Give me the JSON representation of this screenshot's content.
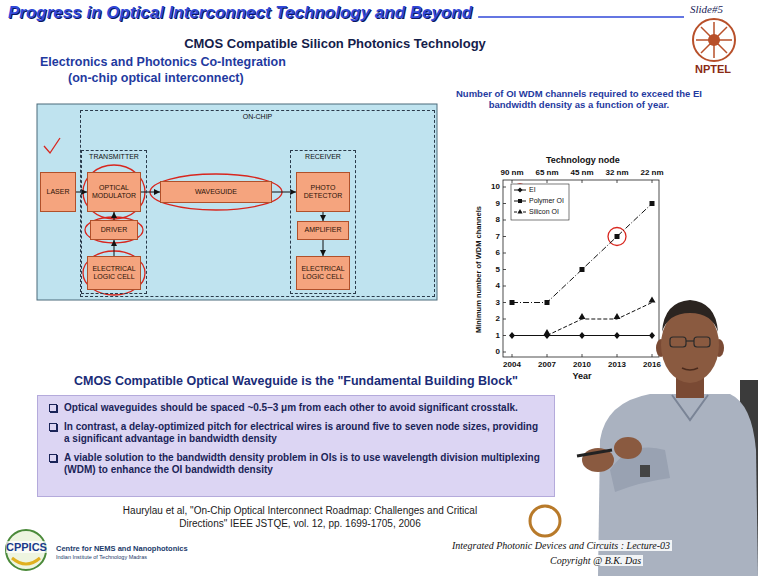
{
  "diagram": {
    "title": "Progress in Optical Interconnect Technology and Beyond",
    "nodes": [
      {
        "text": [
          "LASER"
        ]
      },
      {
        "text": [
          "ON-CHIP"
        ]
      },
      {
        "text": [
          "TRANSMITTER"
        ],
        "in": 1
      },
      {
        "text": [
          "OPTICAL MODULATOR"
        ],
        "in": 2
      },
      {
        "text": [
          "DRIVER"
        ],
        "in": 2
      },
      {
        "text": [
          "ELECTRICAL LOGIC CELL"
        ],
        "in": 2
      },
      {
        "text": [
          "WAVEGUIDE"
        ],
        "in": 1
      },
      {
        "text": [
          "RECEIVER"
        ],
        "in": 1
      },
      {
        "text": [
          "PHOTO DETECTOR"
        ],
        "in": 7
      },
      {
        "text": [
          "AMPLIFIER"
        ],
        "in": 7
      },
      {
        "text": [
          "ELECTRICAL LOGIC CELL"
        ],
        "in": 7
      },
      {
        "text": [
          "CMOS Compatible Optical Waveguide is the \"Fundamental Building Block\"",
          "Optical waveguides should be spaced ~0.5–3 μm from each other to avoid significant crosstalk.",
          "In contrast, a delay-optimized pitch for electrical wires is around five to seven node sizes, providing a significant advantage in bandwidth density",
          "A viable solution to the bandwidth density problem in OIs is to use wavelength division multiplexing (WDM) to enhance the OI bandwidth density"
        ]
      }
    ],
    "edges": [
      {
        "from": 0,
        "to": 3,
        "arrow": "to"
      },
      {
        "from": 3,
        "to": 6,
        "arrow": "to"
      },
      {
        "from": 6,
        "to": 8,
        "arrow": "to"
      },
      {
        "from": 5,
        "to": 4,
        "arrow": "to"
      },
      {
        "from": 4,
        "to": 3,
        "arrow": "to"
      },
      {
        "from": 8,
        "to": 9,
        "arrow": "to"
      },
      {
        "from": 9,
        "to": 10,
        "arrow": "to"
      }
    ],
    "labels": [
      "Slide#5",
      "NPTEL",
      "CMOS Compatible Silicon Photonics Technology",
      "Electronics and Photonics Co-Integration",
      "(on-chip optical interconnect)",
      "Number of OI WDM channels required to exceed the EI bandwidth density as a function of year.",
      "Technology node",
      "90 nm",
      "65 nm",
      "45 nm",
      "32 nm",
      "22 nm",
      "10",
      "9",
      "8",
      "7",
      "6",
      "5",
      "4",
      "3",
      "2",
      "1",
      "0",
      "2004",
      "2007",
      "2010",
      "2013",
      "2016",
      "Year",
      "Minimum number of WDM channels",
      "Haurylau et al, \"On-Chip Optical Interconnect Roadmap: Challenges and Critical Directions\" IEEE JSTQE, vol. 12, pp. 1699-1705, 2006",
      "CPPICS",
      "Centre for NEMS and Nanophotonics",
      "Indian Institute of Technology Madras",
      "Integrated Photonic Devices and Circuits : Lecture-03",
      "Copyright @ B.K. Das"
    ],
    "legend": [
      {
        "text": "EI"
      },
      {
        "text": "Polymer OI"
      },
      {
        "text": "Silicon OI"
      }
    ]
  }
}
